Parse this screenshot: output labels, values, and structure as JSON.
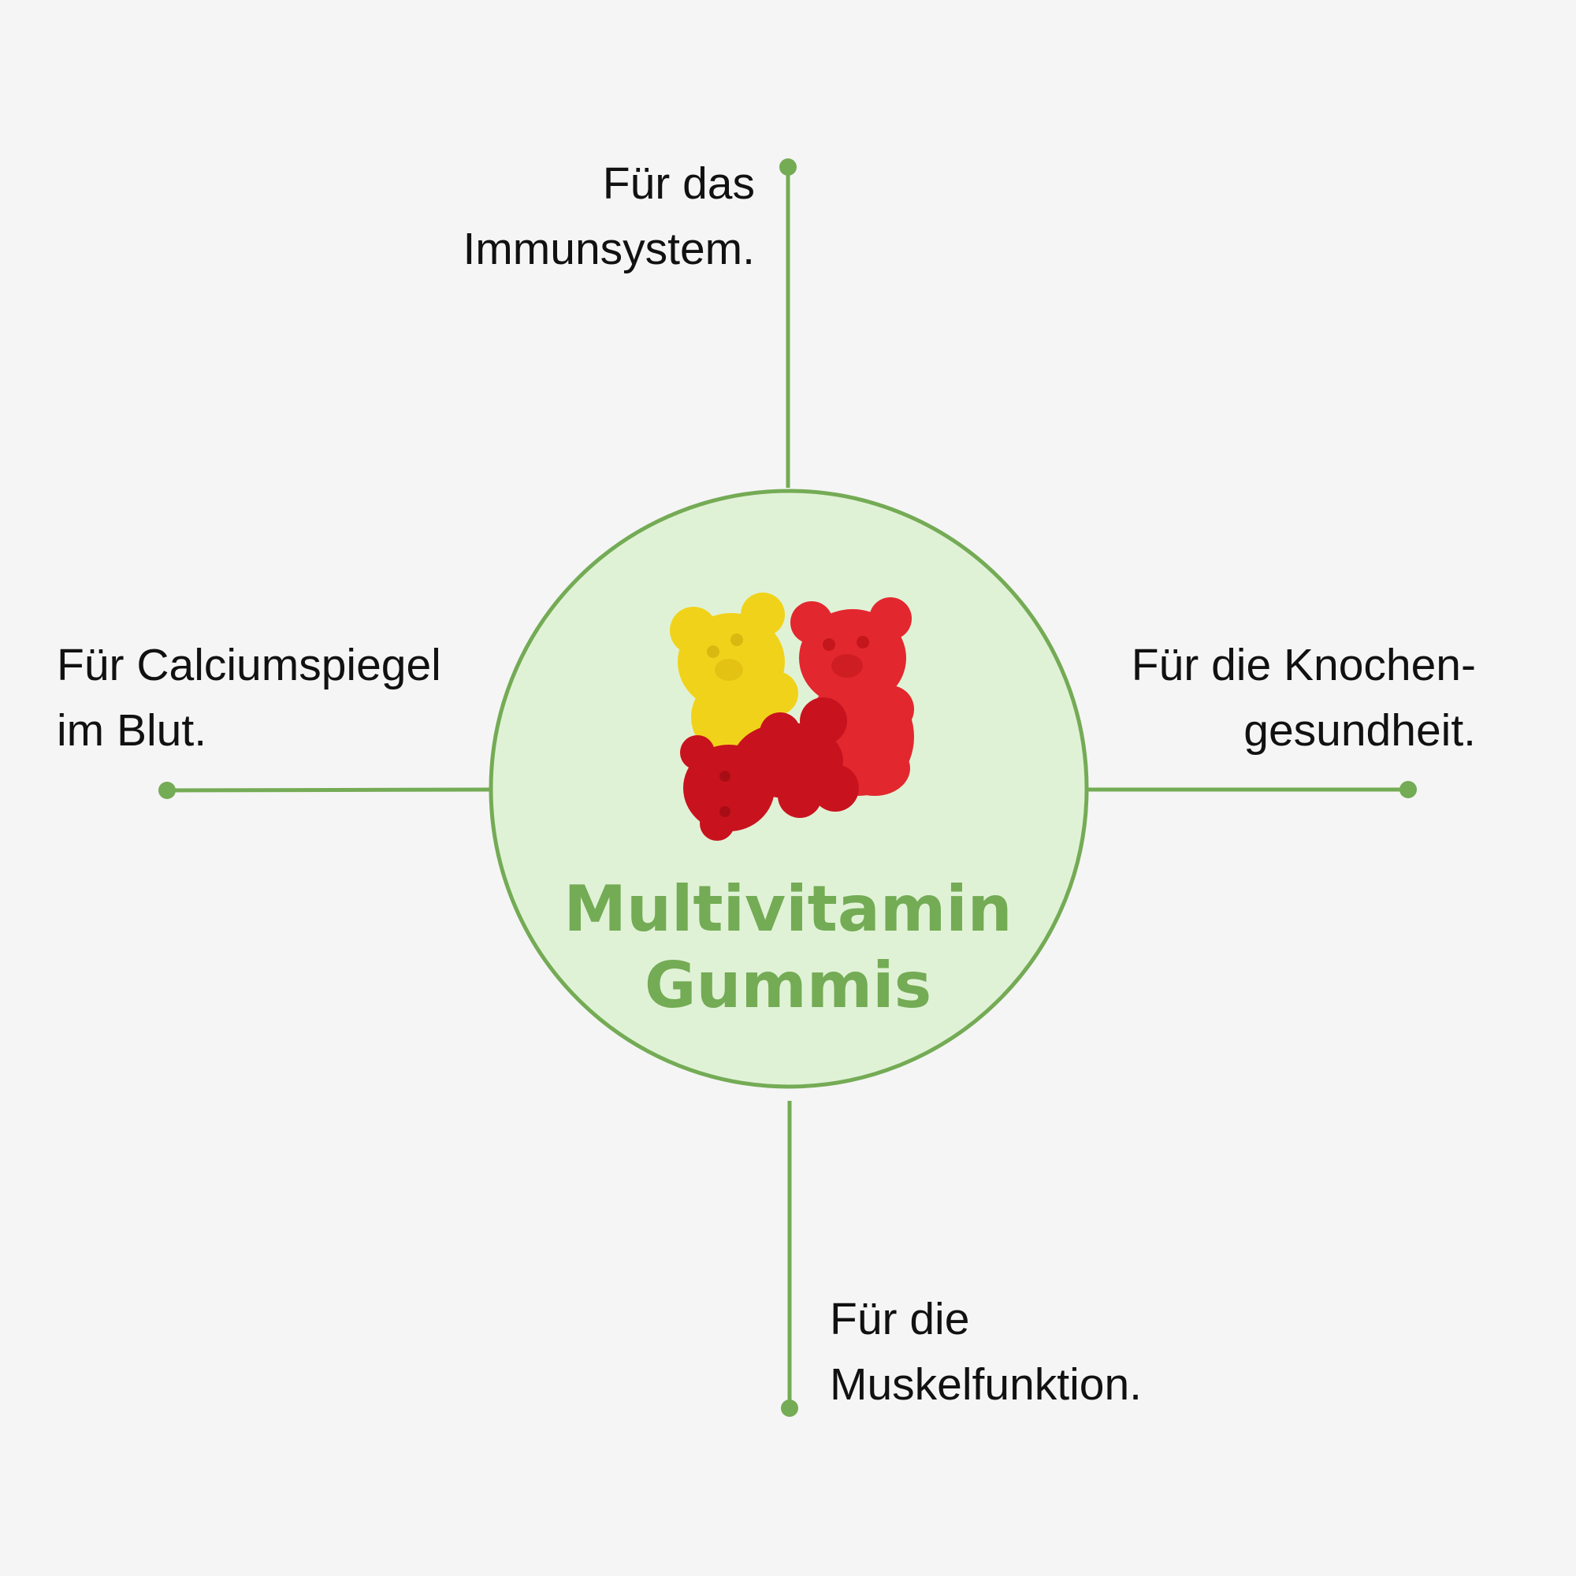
{
  "center": {
    "title_line1": "Multivitamin",
    "title_line2": "Gummis",
    "image": "gummy-bears"
  },
  "benefits": {
    "top": {
      "line1": "Für das",
      "line2": "Immunsystem."
    },
    "left": {
      "line1": "Für Calciumspiegel",
      "line2": "im Blut."
    },
    "right": {
      "line1": "Für die Knochen-",
      "line2": "gesundheit."
    },
    "bottom": {
      "line1": "Für die",
      "line2": "Muskelfunktion."
    }
  },
  "colors": {
    "accent": "#74ab55",
    "circle_fill": "#e0f2d6",
    "background": "#f5f5f5"
  }
}
